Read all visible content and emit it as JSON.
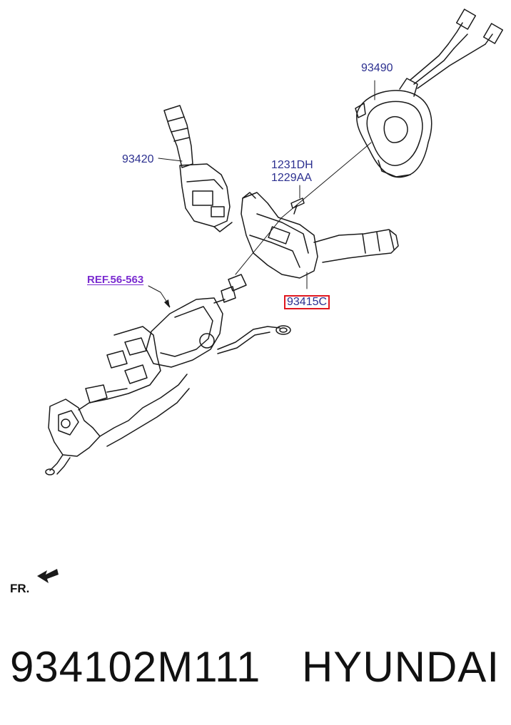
{
  "diagram": {
    "labels": {
      "clock_spring": "93490",
      "wiper_switch": "93420",
      "bolt_1": "1231DH",
      "bolt_2": "1229AA",
      "reference": "REF.56-563",
      "highlighted_part": "93415C"
    },
    "direction": "FR.",
    "highlight_color": "#e0161e",
    "label_color": "#2b2f8f",
    "reference_color": "#7a2bd0"
  },
  "footer": {
    "part_number": "934102M111",
    "brand": "HYUNDAI"
  }
}
